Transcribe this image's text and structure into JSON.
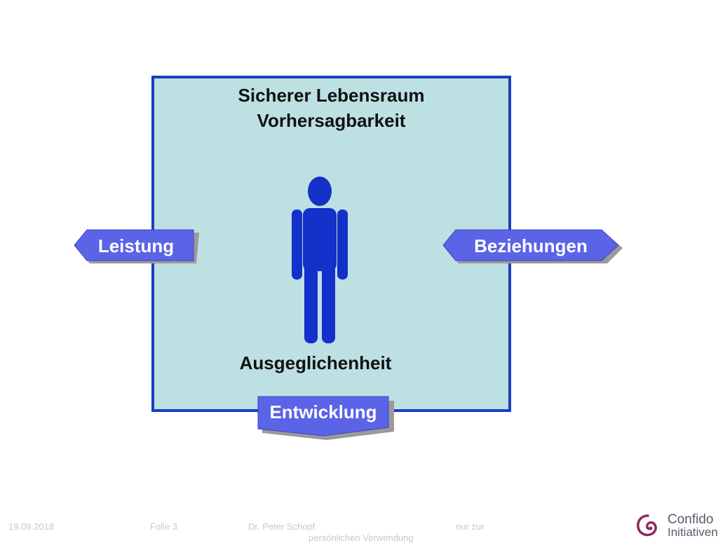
{
  "diagram": {
    "title_line1": "Sicherer Lebensraum",
    "title_line2": "Vorhersagbarkeit",
    "center_label": "Ausgeglichenheit",
    "left_tag": "Leistung",
    "right_tag": "Beziehungen",
    "bottom_tag": "Entwicklung"
  },
  "footer": {
    "date": "19.09.2018",
    "slide": "Folie 3",
    "author": "Dr. Peter Schopf",
    "note_line1": "nur zur",
    "note_line2": "persönlichen Verwendung"
  },
  "logo": {
    "line1": "Confido",
    "line2": "Initiativen"
  },
  "colors": {
    "box_fill": "#bde0e3",
    "box_border": "#1a3fbf",
    "person": "#1330c8",
    "tag_fill": "#5b63e6",
    "tag_shadow": "#9a9a9a",
    "logo_accent": "#8e2a5e"
  }
}
